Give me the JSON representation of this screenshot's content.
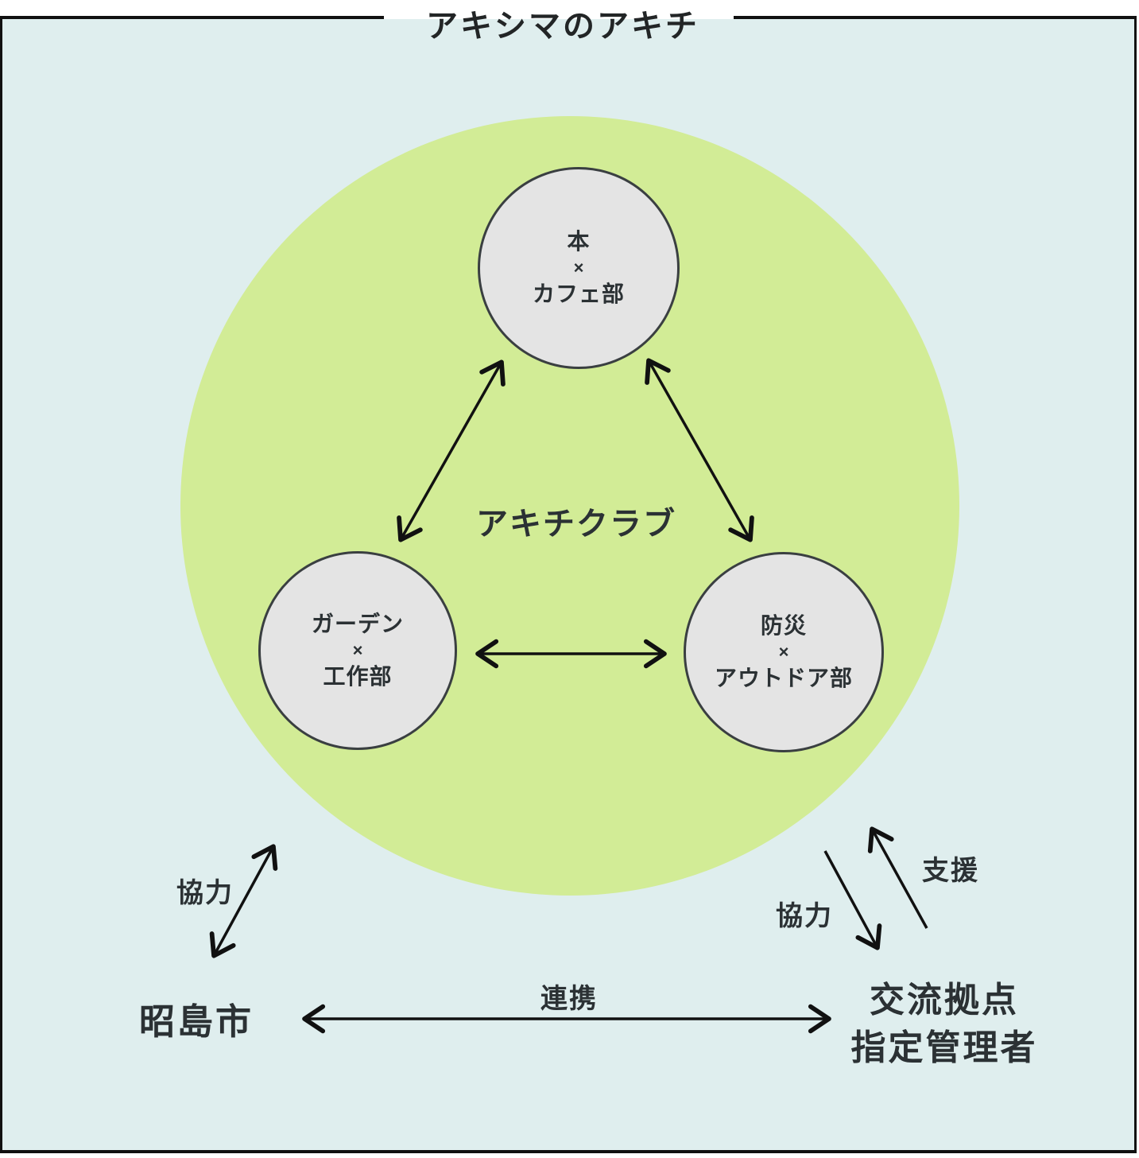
{
  "title": "アキシマのアキチ",
  "club": {
    "label": "アキチクラブ"
  },
  "nodes": [
    {
      "id": "book-cafe",
      "lines": [
        "本",
        "×",
        "カフェ部"
      ]
    },
    {
      "id": "garden-craft",
      "lines": [
        "ガーデン",
        "×",
        "工作部"
      ]
    },
    {
      "id": "bosai-outdoor",
      "lines": [
        "防災",
        "×",
        "アウトドア部"
      ]
    }
  ],
  "actors": {
    "city": "昭島市",
    "manager_line1": "交流拠点",
    "manager_line2": "指定管理者"
  },
  "relations": {
    "city_club": "協力",
    "manager_club_cooperation": "協力",
    "manager_club_support": "支援",
    "city_manager": "連携"
  },
  "colors": {
    "page_background": "#ffffff",
    "panel_background": "#dfeeee",
    "club_circle": "#d2ec96",
    "node_fill": "#e4e4e4",
    "node_border": "#3a3f41",
    "frame_border": "#111111",
    "text": "#2b3134",
    "arrow": "#111111"
  }
}
